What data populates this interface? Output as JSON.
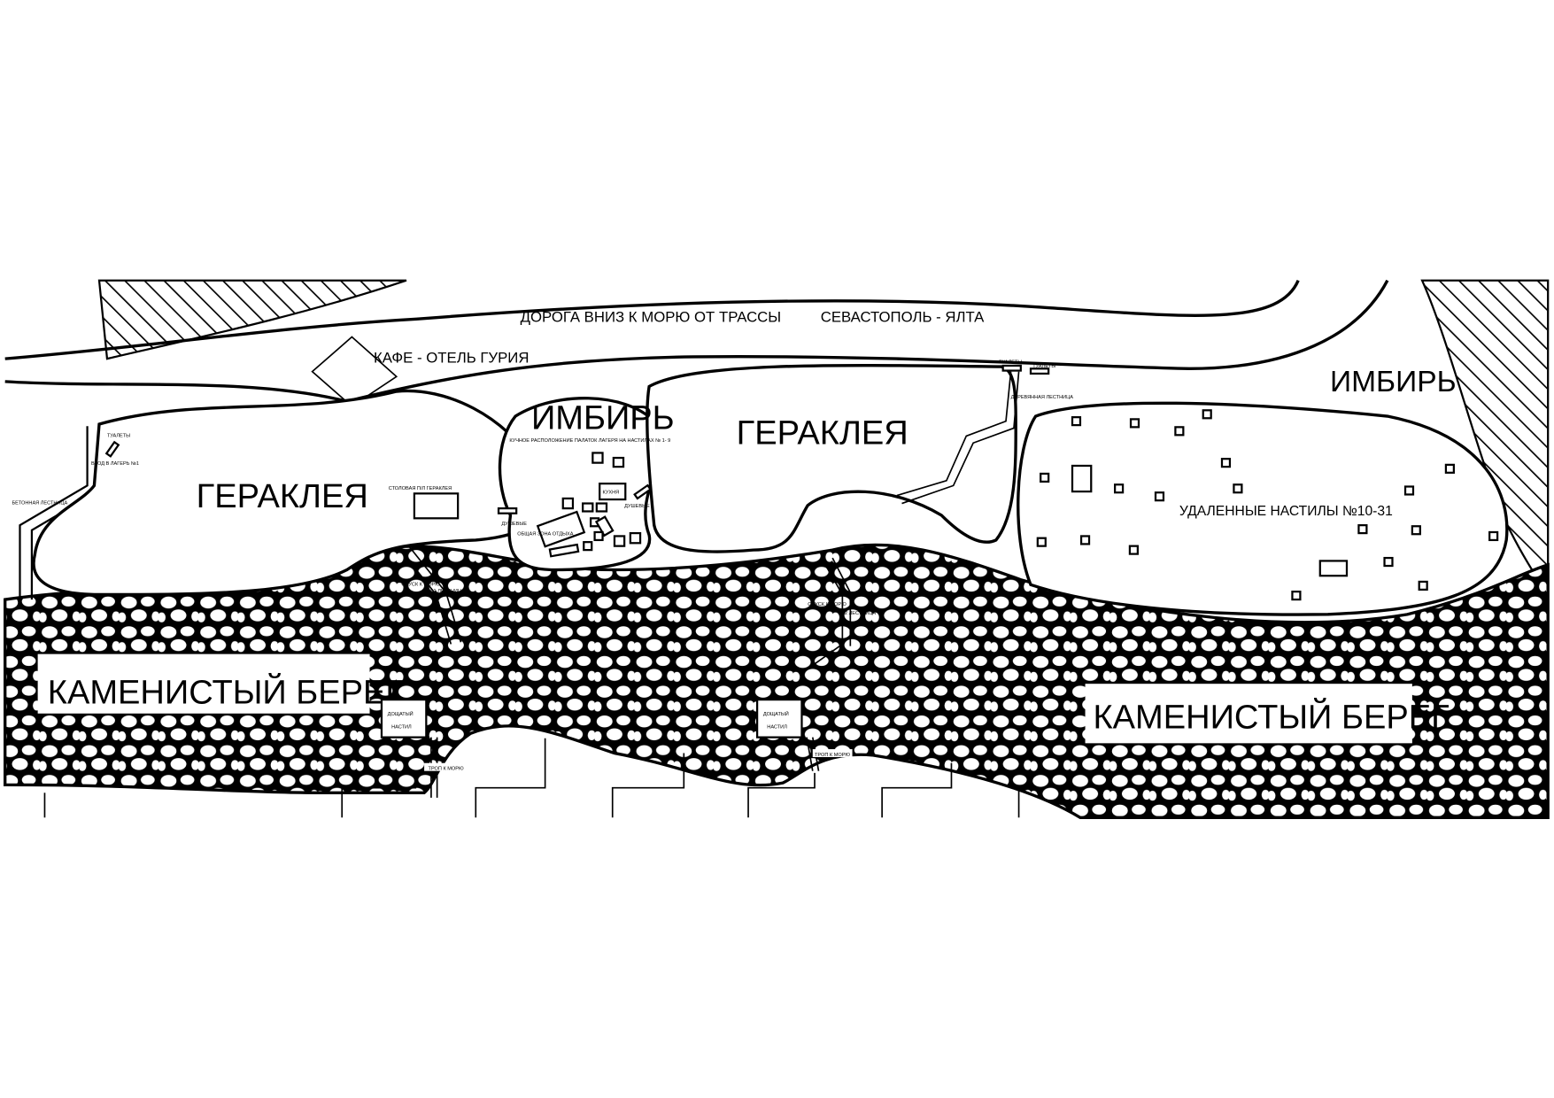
{
  "road": {
    "label_1": "ДОРОГА ВНИЗ  К  МОРЮ  ОТ  ТРАССЫ",
    "label_2": "СЕВАСТОПОЛЬ  -  ЯЛТА"
  },
  "cafe": "КАФЕ - ОТЕЛЬ  ГУРИЯ",
  "zones": {
    "heraclea_left": "ГЕРАКЛЕЯ",
    "imbir_center": "ИМБИРЬ",
    "heraclea_center": "ГЕРАКЛЕЯ",
    "imbir_right": "ИМБИРЬ"
  },
  "labels": {
    "toilets_left": "ТУАЛЕТЫ",
    "entrance": "ВХОД В ЛАГЕРЬ №1",
    "concrete_stairs": "БЕТОННАЯ   ЛЕСТНИЦА",
    "dining": "СТОЛОВАЯ   П/Л     ГЕРАКЛЕЯ",
    "tents_layout": "КУЧНОЕ РАСПОЛОЖЕНИЕ ПАЛАТОК  ЛАГЕРЯ     НА НАСТИЛАХ № 1- 9",
    "kitchen": "КУХНЯ",
    "showers_1": "ДУШЕВЫЕ",
    "showers_2": "ДУШЕВЫЕ",
    "common_area": "ОБЩАЯ   ЗОНА  ОТДЫХА",
    "descent_1": "СПУСК К  МОРЮ",
    "descent_1b": "№1 ЛЕСТНИЦА",
    "descent_2": "СПУСК К  МОРЮ",
    "descent_2b": "№2 ЛЕСТНИЦА",
    "toilets_right_1": "ТУАЛЕТЫ",
    "toilets_right_2": "ТУАЛЕТЫ",
    "wooden_stairs": "ДЕРЕВЯННАЯ ЛЕСТНИЦА",
    "remote_decks": "УДАЛЕННЫЕ  НАСТИЛЫ  №10-31",
    "deck_1a": "ДОЩАТЫЙ",
    "deck_1b": "НАСТИЛ",
    "deck_2a": "ДОЩАТЫЙ",
    "deck_2b": "НАСТИЛ",
    "path_1": "ТРОП  К  МОРЮ",
    "path_2": "ТРОП  К  МОРЮ",
    "shore_left": "КАМЕНИСТЫЙ   БЕРЕГ",
    "shore_right": "КАМЕНИСТЫЙ   БЕРЕГ"
  }
}
